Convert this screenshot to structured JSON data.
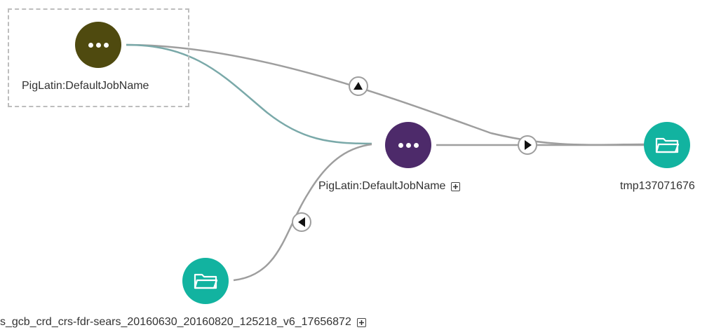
{
  "nodes": {
    "process_top": {
      "label": "PigLatin:DefaultJobName",
      "type": "process",
      "color": "#4f4a0f",
      "icon": "ellipsis-icon",
      "selected": true
    },
    "process_middle": {
      "label": "PigLatin:DefaultJobName",
      "type": "process",
      "color": "#4d2a6a",
      "icon": "ellipsis-icon",
      "expand_icon": "plus-box-icon"
    },
    "dataset_right": {
      "label": "tmp137071676",
      "type": "dataset",
      "color": "#12b3a0",
      "icon": "folder-icon"
    },
    "dataset_bottom": {
      "label": "s_gcb_crd_crs-fdr-sears_20160630_20160820_125218_v6_17656872",
      "type": "dataset",
      "color": "#12b3a0",
      "icon": "folder-icon",
      "expand_icon": "plus-box-icon"
    }
  },
  "edges": [
    {
      "from": "process_top",
      "to": "dataset_right",
      "color": "#9e9e9e",
      "arrow": "up-arrow-icon"
    },
    {
      "from": "process_top",
      "to": "process_middle",
      "color": "#7aa9a9"
    },
    {
      "from": "process_middle",
      "to": "dataset_right",
      "color": "#9e9e9e",
      "arrow": "right-arrow-icon"
    },
    {
      "from": "dataset_bottom",
      "to": "process_middle",
      "color": "#9e9e9e",
      "arrow": "left-arrow-icon"
    }
  ]
}
